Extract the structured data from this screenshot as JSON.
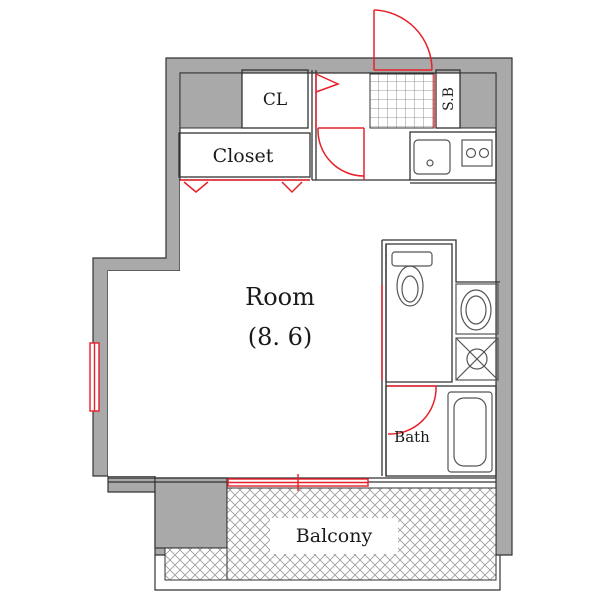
{
  "labels": {
    "room_name": "Room",
    "room_size": "(8. 6)",
    "closet": "Closet",
    "cl": "CL",
    "sb": "S.B",
    "bath": "Bath",
    "balcony": "Balcony"
  },
  "colors": {
    "wall": "#a9a9a9",
    "line": "#333333",
    "door": "#e8202a",
    "fixture": "#555555",
    "floor": "#ffffff"
  }
}
